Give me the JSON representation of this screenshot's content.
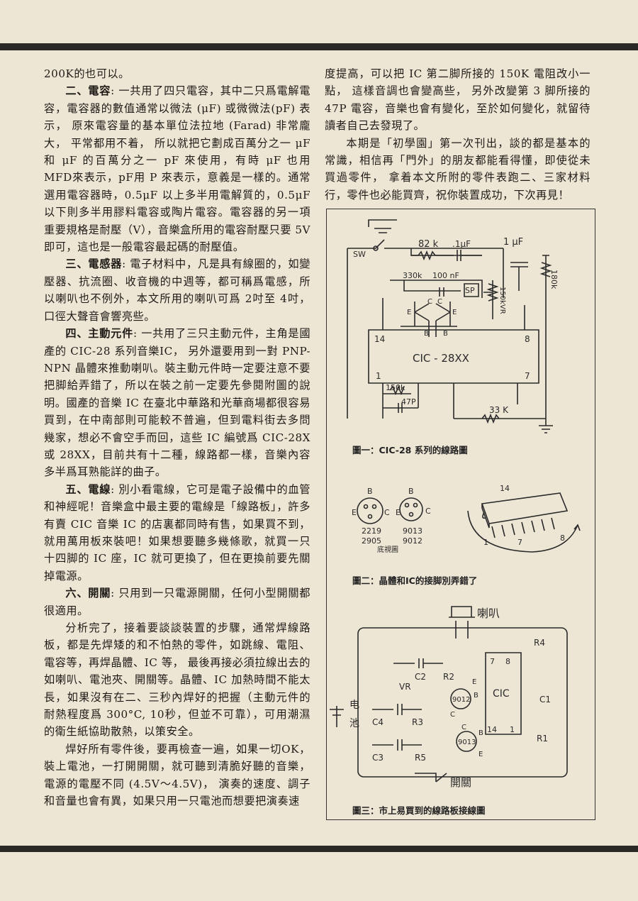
{
  "left_column": {
    "p1": "200K的也可以。",
    "p2_head": "二、電容",
    "p2_body": ": 一共用了四只電容，其中二只爲電解電容，電容器的數值通常以微法 (μF) 或微微法(pF) 表示， 原來電容量的基本單位法拉地 (Farad) 非常龐大， 平常都用不着， 所以就把它劃成百萬分之一 μF 和 μF 的百萬分之一 pF 來使用，有時 μF 也用 MFD來表示，pF用 P 來表示，意義是一樣的。通常選用電容器時，0.5μF 以上多半用電解質的，0.5μF 以下則多半用膠料電容或陶片電容。電容器的另一項重要規格是耐壓（V），音樂盒所用的電容耐壓只要 5V即可，這也是一般電容最起碼的耐壓值。",
    "p3_head": "三、電感器",
    "p3_body": ": 電子材料中，凡是具有線圈的，如變壓器、抗流圈、收音機的中週等，都可稱爲電感，所以喇叭也不例外，本文所用的喇叭可爲 2吋至 4吋，口徑大聲音會響亮些。",
    "p4_head": "四、主動元件",
    "p4_body": ": 一共用了三只主動元件，主角是國產的 CIC-28 系列音樂IC， 另外還要用到一對 PNP-NPN 晶體來推動喇叭。裝主動元件時一定要注意不要把脚給弄錯了，所以在裝之前一定要先參閱附圖的說明。國產的音樂 IC 在臺北中華路和光華商場都很容易買到，在中南部則可能較不普遍，但到電料街去多問幾家，想必不會空手而回，這些 IC 編號爲 CIC-28X 或 28XX，目前共有十二種，線路都一樣，音樂內容多半爲耳熟能詳的曲子。",
    "p5_head": "五、電線",
    "p5_body": ": 別小看電線，它可是電子設備中的血管和神經呢！音樂盒中最主要的電線是「線路板」，許多有賣 CIC 音樂 IC 的店裏都同時有售，如果買不到，就用萬用板來裝吧！如果想要聽多幾條歌，就買一只十四脚的 IC 座，IC 就可更換了，但在更換前要先關掉電源。",
    "p6_head": "六、開關",
    "p6_body": ": 只用到一只電源開關，任何小型開關都很適用。",
    "p7": "分析完了，接着要談談裝置的步驟，通常焊線路板，都是先焊矮的和不怕熱的零件，如跳線、電阻、電容等，再焊晶體、IC 等， 最後再接必須拉線出去的如喇叭、電池夾、開關等。晶體、IC 加熱時間不能太長，如果沒有在二、三秒內焊好的把握（主動元件的耐熱程度爲 300°C, 10秒，但並不可靠），可用潮濕的衛生紙協助散熱，以策安全。",
    "p8": "焊好所有零件後，要再檢查一遍，如果一切OK，裝上電池，一打開開關，就可聽到清脆好聽的音樂，電源的電壓不同 (4.5V～4.5V)， 演奏的速度、調子和音量也會有異，如果只用一只電池而想要把演奏速"
  },
  "right_column": {
    "p1": "度提高，可以把 IC 第二脚所接的 150K 電阻改小一點， 這樣音調也會變高些， 另外改變第 3 脚所接的 47P 電容，音樂也會有變化，至於如何變化，就留待讀者自己去發現了。",
    "p2": "本期是「初學園」第一次刊出，談的都是基本的常識，相信再「門外」的朋友都能看得懂，即使從未買過零件， 拿着本文所附的零件表跑二、三家材料行，零件也必能買齊，祝你裝置成功，下次再見！"
  },
  "figure1": {
    "caption": "圖一：CIC-28 系列的線路圖",
    "labels": {
      "sw": "SW",
      "r82k": "82 k",
      "c1uf_a": ".1μF",
      "c1uf_b": "1 μF",
      "r180k": "180k",
      "r330k": "330k",
      "c100nf": "100 nF",
      "sp": "SP",
      "vr150k": "150kVR",
      "ic": "CIC - 28XX",
      "pin14": "14",
      "pin8": "8",
      "pin1": "1",
      "pin7": "7",
      "r150k": "150k",
      "c47p": "47P",
      "r33k": "33 K",
      "e1": "E",
      "b1": "B",
      "c1": "C",
      "c2": "C",
      "b2": "B",
      "e2": "E"
    }
  },
  "figure2": {
    "caption": "圖二：晶體和IC的接脚別弄錯了",
    "labels": {
      "b_left": "B",
      "e_left": "E",
      "c_left": "C",
      "b_right": "B",
      "e_right": "E",
      "c_right": "C",
      "pnp_a": "2219",
      "pnp_b": "2905",
      "npn_a": "9013",
      "npn_b": "9012",
      "bottom_view": "底視圖",
      "pin14": "14",
      "pin1": "1",
      "pin7": "7",
      "pin8": "8"
    }
  },
  "figure3": {
    "caption": "圖三：市上易買到的線路板接線圖",
    "labels": {
      "speaker": "喇叭",
      "r4": "R4",
      "c2": "C2",
      "r2": "R2",
      "vr": "VR",
      "t9012": "9012",
      "cic": "CIC",
      "c1": "C1",
      "r1": "R1",
      "battery_a": "电",
      "battery_b": "池",
      "c4": "C4",
      "r3": "R3",
      "c3": "C3",
      "r5": "R5",
      "t9013": "9013",
      "pin8": "8",
      "pin7": "7",
      "pin14": "14",
      "pin1": "1",
      "e_a": "E",
      "b_a": "B",
      "c_a": "C",
      "e_b": "E",
      "b_b": "B",
      "c_b": "C",
      "switch": "開關"
    }
  }
}
